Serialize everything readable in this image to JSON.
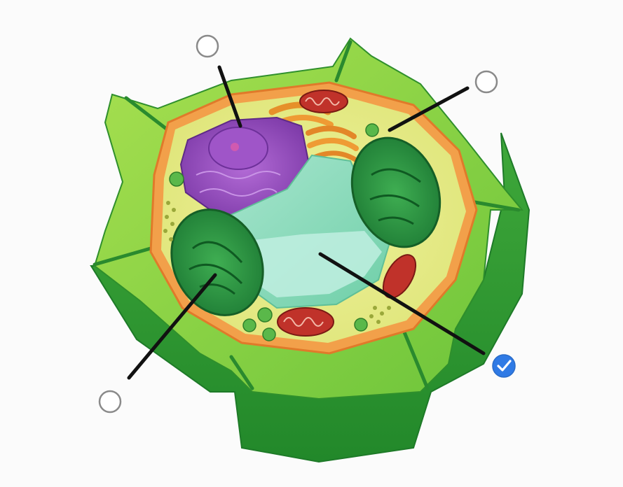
{
  "diagram": {
    "type": "plant-cell-labeling",
    "selection_color": "#2f7ae5",
    "leader_line_color": "#111111",
    "labels": [
      {
        "target": "nucleus",
        "selected": false
      },
      {
        "target": "cytoplasm-organelle",
        "selected": false
      },
      {
        "target": "chloroplast",
        "selected": false
      },
      {
        "target": "vacuole",
        "selected": true
      }
    ]
  }
}
